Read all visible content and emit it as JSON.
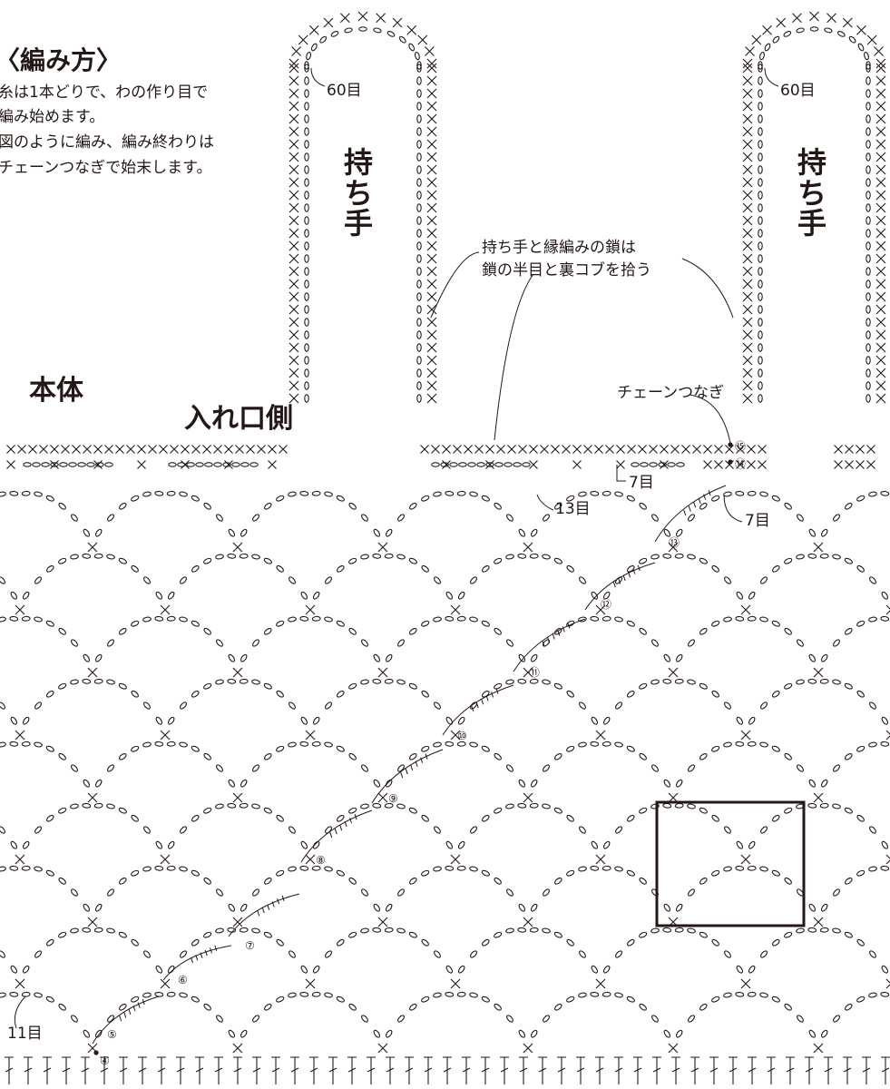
{
  "howto": {
    "title": "〈編み方〉",
    "lines": [
      "糸は1本どりで、わの作り目で",
      "編み始めます。",
      "図のように編み、編み終わりは",
      "チェーンつなぎで始末します。"
    ]
  },
  "labels": {
    "body": "本体",
    "opening_side": "入れ口側",
    "handle_left": "持ち手",
    "handle_right": "持ち手",
    "handle_count_left": "60目",
    "handle_count_right": "60目",
    "pickup_note_line1": "持ち手と縁編みの鎖は",
    "pickup_note_line2": "鎖の半目と裏コブを拾う",
    "chain_join": "チェーンつなぎ",
    "count_7a": "7目",
    "count_7b": "7目",
    "count_13": "13目",
    "count_11": "11目"
  },
  "round_labels": [
    "④",
    "⑤",
    "⑥",
    "⑦",
    "⑧",
    "⑨",
    "⑩",
    "⑪",
    "⑫",
    "⑬",
    "⑭",
    "⑮"
  ],
  "colors": {
    "ink": "#231815",
    "paper": "#ffffff"
  }
}
